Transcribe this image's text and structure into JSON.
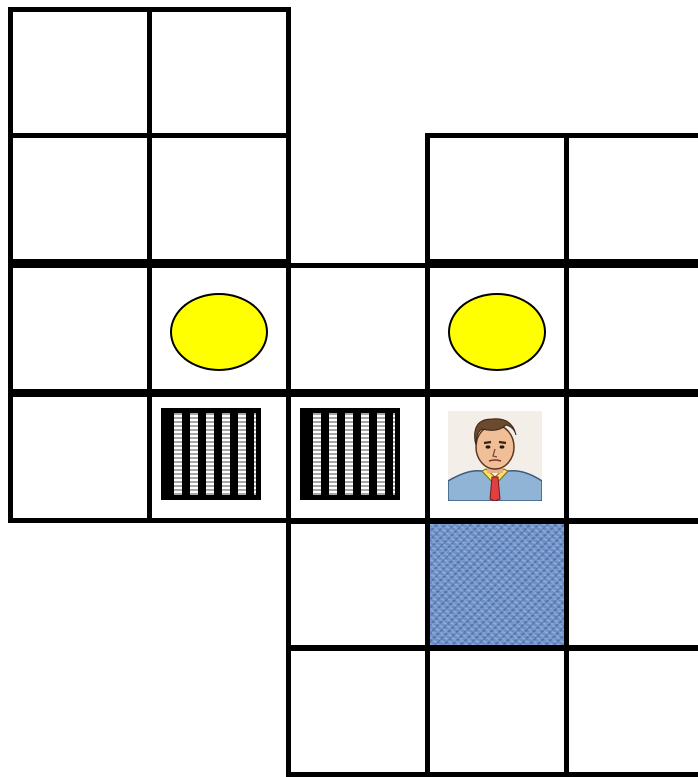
{
  "game": {
    "type": "sokoban",
    "columns": 5,
    "rows": 6,
    "legend": {
      "gem": "gem-yellow-oval",
      "box": "box-checkered",
      "player": "player-face",
      "target": "target-tile-blue-fabric"
    },
    "colors": {
      "wall_line": "#000000",
      "floor": "#ffffff",
      "gem": "#ffff00",
      "target": "#6a8fc8"
    },
    "cells": [
      {
        "row": 0,
        "col": 0,
        "content": "empty"
      },
      {
        "row": 0,
        "col": 1,
        "content": "empty"
      },
      {
        "row": 1,
        "col": 0,
        "content": "empty"
      },
      {
        "row": 1,
        "col": 1,
        "content": "empty"
      },
      {
        "row": 1,
        "col": 3,
        "content": "empty"
      },
      {
        "row": 1,
        "col": 4,
        "content": "empty"
      },
      {
        "row": 2,
        "col": 0,
        "content": "empty"
      },
      {
        "row": 2,
        "col": 1,
        "content": "gem"
      },
      {
        "row": 2,
        "col": 2,
        "content": "empty"
      },
      {
        "row": 2,
        "col": 3,
        "content": "gem"
      },
      {
        "row": 2,
        "col": 4,
        "content": "empty"
      },
      {
        "row": 3,
        "col": 0,
        "content": "empty"
      },
      {
        "row": 3,
        "col": 1,
        "content": "box"
      },
      {
        "row": 3,
        "col": 2,
        "content": "box"
      },
      {
        "row": 3,
        "col": 3,
        "content": "player"
      },
      {
        "row": 3,
        "col": 4,
        "content": "empty"
      },
      {
        "row": 4,
        "col": 2,
        "content": "empty"
      },
      {
        "row": 4,
        "col": 3,
        "content": "target"
      },
      {
        "row": 4,
        "col": 4,
        "content": "empty"
      },
      {
        "row": 5,
        "col": 2,
        "content": "empty"
      },
      {
        "row": 5,
        "col": 3,
        "content": "empty"
      },
      {
        "row": 5,
        "col": 4,
        "content": "empty"
      }
    ]
  }
}
